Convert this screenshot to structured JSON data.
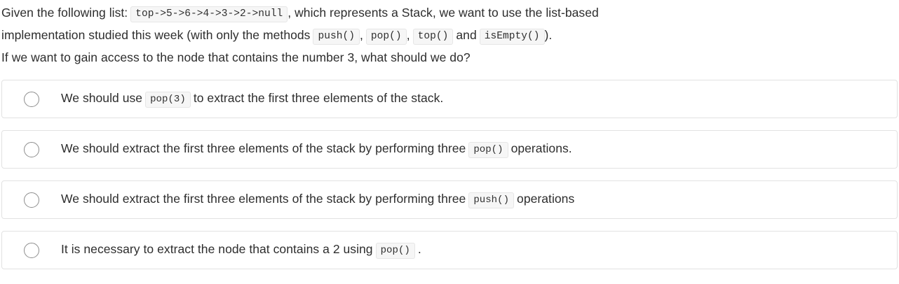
{
  "question": {
    "line1_before": "Given the following list:",
    "list_code": "top->5->6->4->3->2->null",
    "line1_after": ", which represents a Stack, we want to use the list-based",
    "line2_before": "implementation studied this week (with only the methods",
    "method1": "push()",
    "sep1": ",",
    "method2": "pop()",
    "sep2": ",",
    "method3": "top()",
    "conj": "and",
    "method4": "isEmpty()",
    "line2_after": ").",
    "line3": "If we want to gain access to the node that contains the number 3, what should we do?"
  },
  "options": [
    {
      "id": "option-1",
      "text_before": "We should use",
      "code": "pop(3)",
      "text_after": "to extract the first three elements of the stack.",
      "selected": false
    },
    {
      "id": "option-2",
      "text_before": "We should extract the first three elements of the stack by performing three",
      "code": "pop()",
      "text_after": "operations.",
      "selected": false
    },
    {
      "id": "option-3",
      "text_before": "We should extract the first three elements of the stack by performing three",
      "code": "push()",
      "text_after": "operations",
      "selected": false
    },
    {
      "id": "option-4",
      "text_before": "It is necessary to extract the node that contains a 2 using",
      "code": "pop()",
      "text_after": ".",
      "selected": false
    }
  ],
  "colors": {
    "text": "#2d2d2d",
    "card_border": "#e2e2e2",
    "chip_bg": "#f6f6f6",
    "chip_border": "#e6e6e6",
    "radio_border": "#8d8d8d",
    "background": "#ffffff"
  }
}
